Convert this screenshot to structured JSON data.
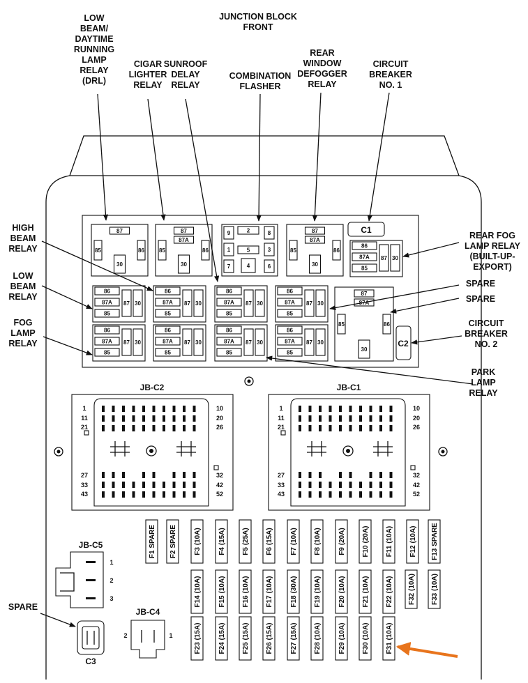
{
  "labels": {
    "title": [
      "JUNCTION BLOCK",
      "FRONT"
    ],
    "drl": [
      "LOW",
      "BEAM/",
      "DAYTIME",
      "RUNNING",
      "LAMP",
      "RELAY",
      "(DRL)"
    ],
    "cigar": [
      "CIGAR",
      "LIGHTER",
      "RELAY"
    ],
    "sunroof": [
      "SUNROOF",
      "DELAY",
      "RELAY"
    ],
    "flasher": [
      "COMBINATION",
      "FLASHER"
    ],
    "defogger": [
      "REAR",
      "WINDOW",
      "DEFOGGER",
      "RELAY"
    ],
    "cb1": [
      "CIRCUIT",
      "BREAKER",
      "NO. 1"
    ],
    "high_beam": [
      "HIGH",
      "BEAM",
      "RELAY"
    ],
    "low_beam": [
      "LOW",
      "BEAM",
      "RELAY"
    ],
    "fog": [
      "FOG",
      "LAMP",
      "RELAY"
    ],
    "rear_fog": [
      "REAR FOG",
      "LAMP RELAY",
      "(BUILT-UP-",
      "EXPORT)"
    ],
    "spare1": [
      "SPARE"
    ],
    "spare2": [
      "SPARE"
    ],
    "cb2": [
      "CIRCUIT",
      "BREAKER",
      "NO. 2"
    ],
    "park": [
      "PARK",
      "LAMP",
      "RELAY"
    ],
    "spare_c3": [
      "SPARE"
    ]
  },
  "terminals": {
    "t85": "85",
    "t86": "86",
    "t87": "87",
    "t87a": "87A",
    "t30": "30",
    "n1": "1",
    "n2": "2",
    "n3": "3",
    "n4": "4",
    "n5": "5",
    "n6": "6",
    "n7": "7",
    "n8": "8",
    "n9": "9"
  },
  "breakers": {
    "c1": "C1",
    "c2": "C2"
  },
  "connectors": {
    "jbc2": {
      "name": "JB-C2",
      "left_pins": [
        "1",
        "11",
        "21",
        "27",
        "33",
        "43"
      ],
      "right_pins": [
        "10",
        "20",
        "26",
        "32",
        "42",
        "52"
      ]
    },
    "jbc1": {
      "name": "JB-C1",
      "left_pins": [
        "1",
        "11",
        "21",
        "27",
        "33",
        "43"
      ],
      "right_pins": [
        "10",
        "20",
        "26",
        "32",
        "42",
        "52"
      ]
    },
    "jbc5": {
      "name": "JB-C5",
      "pins": [
        "1",
        "2",
        "3"
      ]
    },
    "jbc4": {
      "name": "JB-C4",
      "pins": [
        "2",
        "1"
      ]
    },
    "c3": {
      "name": "C3"
    }
  },
  "fuses": {
    "row1": [
      "F1 SPARE",
      "F2 SPARE",
      "F3 (10A)",
      "F4 (15A)",
      "F5 (25A)",
      "F6 (15A)",
      "F7 (10A)",
      "F8 (10A)",
      "F9 (20A)",
      "F10 (20A)",
      "F11 (10A)",
      "F12 (10A)",
      "F13 SPARE"
    ],
    "row2": [
      "F14 (10A)",
      "F15 (10A)",
      "F16 (10A)",
      "F17 (10A)",
      "F18 (30A)",
      "F19 (10A)",
      "F20 (10A)",
      "F21 (10A)",
      "F22 (10A)",
      "F32 (10A)",
      "F33 (10A)"
    ],
    "row3": [
      "F23 (15A)",
      "F24 (15A)",
      "F25 (15A)",
      "F26 (15A)",
      "F27 (15A)",
      "F28 (10A)",
      "F29 (10A)",
      "F30 (10A)",
      "F31 (10A)"
    ]
  },
  "colors": {
    "ink": "#111111",
    "arrow": "#e8741c",
    "background": "#ffffff"
  }
}
